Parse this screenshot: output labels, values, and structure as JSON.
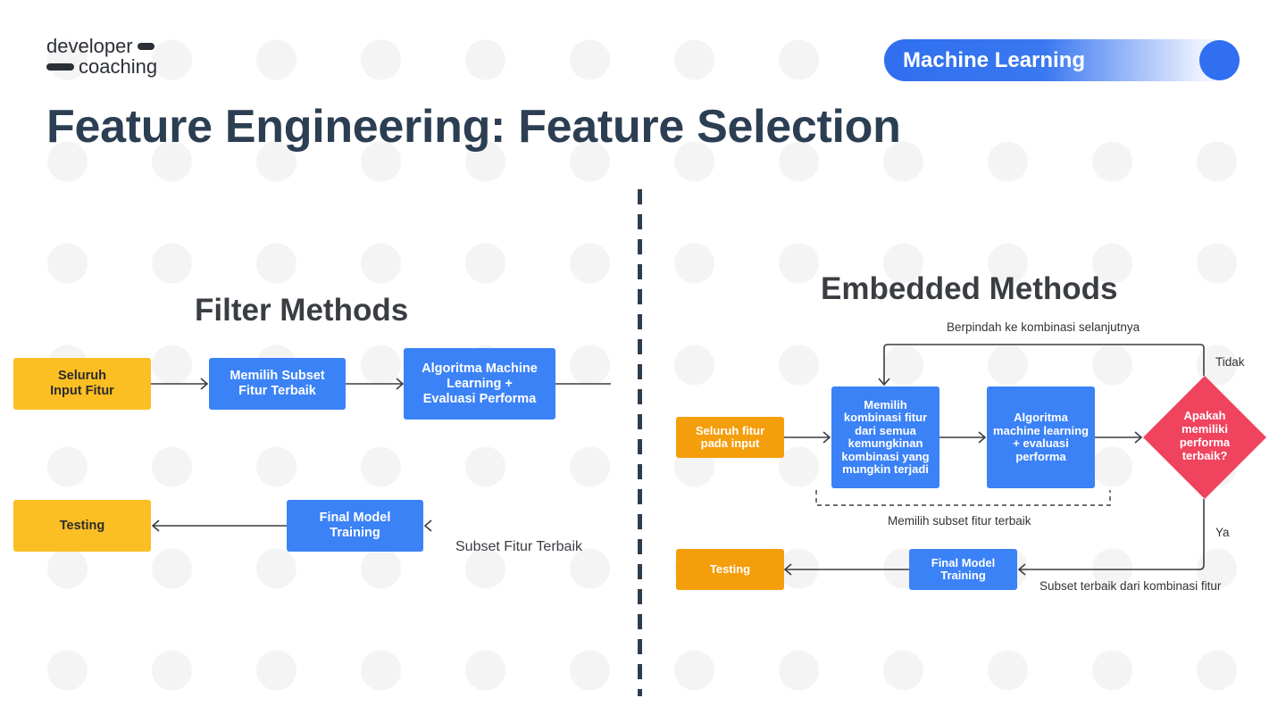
{
  "header": {
    "logo_line1": "developer",
    "logo_line2": "coaching",
    "badge": "Machine Learning",
    "title": "Feature Engineering: Feature Selection"
  },
  "filter": {
    "title": "Filter Methods",
    "box_input": "Seluruh\nInput Fitur",
    "box_subset": "Memilih Subset\nFitur Terbaik",
    "box_algo": "Algoritma Machine\nLearning +\nEvaluasi Performa",
    "box_final": "Final Model\nTraining",
    "box_testing": "Testing",
    "label_subset": "Subset Fitur Terbaik"
  },
  "embedded": {
    "title": "Embedded Methods",
    "box_input": "Seluruh fitur\npada input",
    "box_comb": "Memilih\nkombinasi fitur\ndari semua\nkemungkinan\nkombinasi yang\nmungkin terjadi",
    "box_algo": "Algoritma\nmachine learning\n+ evaluasi\nperforma",
    "decision": "Apakah\nmemiliki\nperforma\nterbaik?",
    "box_final": "Final Model\nTraining",
    "box_testing": "Testing",
    "label_loop": "Berpindah ke kombinasi selanjutnya",
    "label_no": "Tidak",
    "label_yes": "Ya",
    "label_bracket": "Memilih subset fitur terbaik",
    "label_best": "Subset terbaik dari kombinasi fitur"
  },
  "colors": {
    "blue": "#3b82f6",
    "yellow": "#fbbf24",
    "orange": "#f59e0b",
    "red": "#f0435e",
    "title": "#2c3e52"
  }
}
